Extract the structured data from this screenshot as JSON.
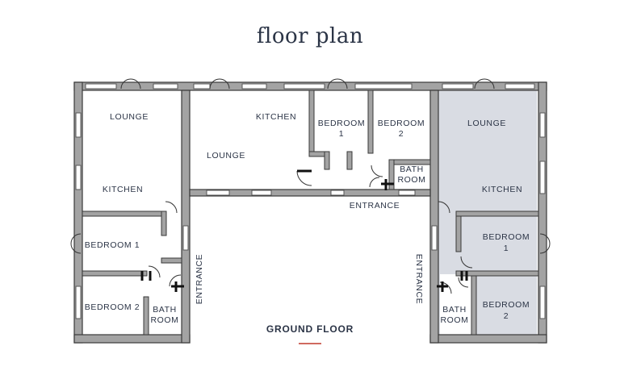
{
  "title": "floor plan",
  "footer_label": "GROUND FLOOR",
  "colors": {
    "wall": "#a3a3a3",
    "highlight": "#d9dce3",
    "text": "#2b3446",
    "accent": "#c0392b"
  },
  "rooms": {
    "left_lounge": "LOUNGE",
    "left_kitchen": "KITCHEN",
    "left_bedroom1": "BEDROOM 1",
    "left_bedroom2": "BEDROOM 2",
    "left_bath_1": "BATH",
    "left_bath_2": "ROOM",
    "left_entrance": "ENTRANCE",
    "mid_kitchen": "KITCHEN",
    "mid_lounge": "LOUNGE",
    "mid_bed1_1": "BEDROOM",
    "mid_bed1_2": "1",
    "mid_bed2_1": "BEDROOM",
    "mid_bed2_2": "2",
    "mid_bath_1": "BATH",
    "mid_bath_2": "ROOM",
    "mid_entrance": "ENTRANCE",
    "right_lounge": "LOUNGE",
    "right_kitchen": "KITCHEN",
    "right_bed1_1": "BEDROOM",
    "right_bed1_2": "1",
    "right_bed2_1": "BEDROOM",
    "right_bed2_2": "2",
    "right_bath_1": "BATH",
    "right_bath_2": "ROOM",
    "right_entrance": "ENTRANCE"
  }
}
